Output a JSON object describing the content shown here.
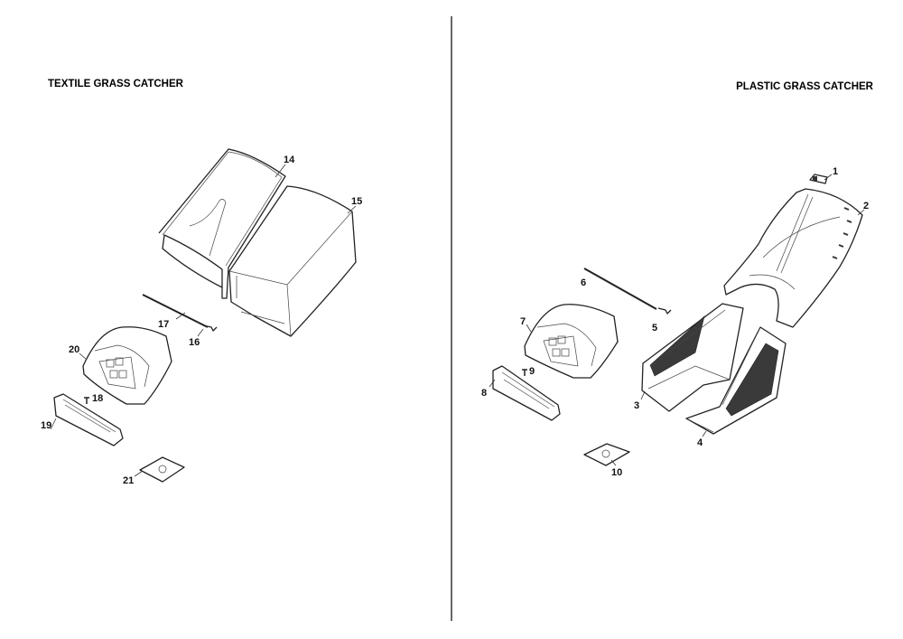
{
  "sections": {
    "left": {
      "title": "TEXTILE GRASS CATCHER"
    },
    "right": {
      "title": "PLASTIC GRASS CATCHER"
    }
  },
  "callouts": {
    "p1": "1",
    "p2": "2",
    "p3": "3",
    "p4": "4",
    "p5": "5",
    "p6": "6",
    "p7": "7",
    "p8": "8",
    "p9": "9",
    "p10": "10",
    "p14": "14",
    "p15": "15",
    "p16": "16",
    "p17": "17",
    "p18": "18",
    "p19": "19",
    "p20": "20",
    "p21": "21"
  }
}
